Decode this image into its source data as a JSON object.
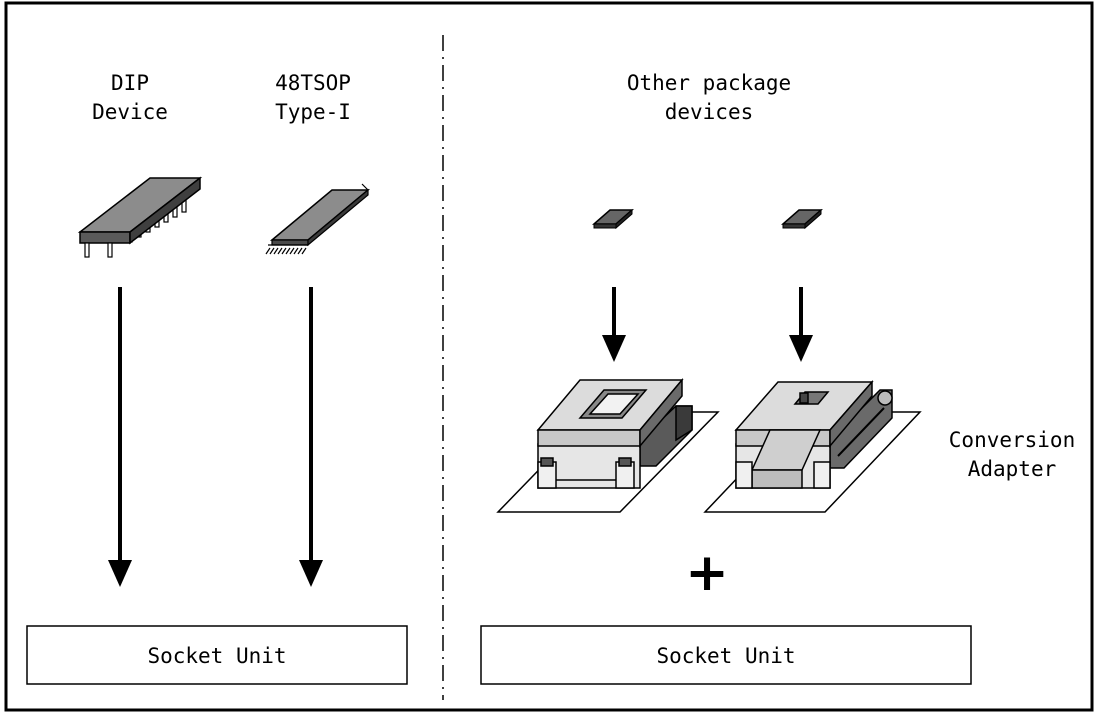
{
  "left_section": {
    "dip": {
      "line1": "DIP",
      "line2": "Device"
    },
    "tsop": {
      "line1": "48TSOP",
      "line2": "Type-I"
    },
    "socket_label": "Socket Unit"
  },
  "right_section": {
    "other": {
      "line1": "Other package",
      "line2": "devices"
    },
    "adapter": {
      "line1": "Conversion",
      "line2": "Adapter"
    },
    "plus": "+",
    "socket_label": "Socket Unit"
  },
  "colors": {
    "frame": "#000000",
    "chip_top": "#8c8c8c",
    "chip_side": "#4a4a4a",
    "adapter_top": "#dcdcdc",
    "adapter_side": "#7a7a7a",
    "adapter_dark": "#3a3a3a"
  }
}
